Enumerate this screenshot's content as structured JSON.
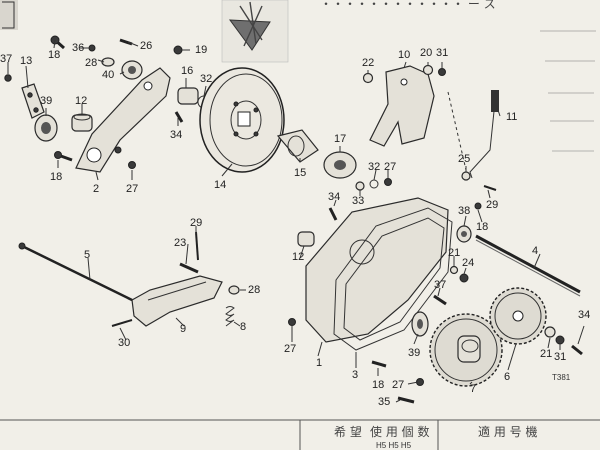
{
  "page": {
    "header_text_top": "・・・・・・・・・・・・ ー ス",
    "figure_code": "T381",
    "footer_labels": [
      "希 望",
      "使 用 個 数",
      "適 用 号 機"
    ],
    "footer_sub": "H5   H5   H5"
  },
  "callouts": [
    {
      "id": "c37a",
      "text": "37"
    },
    {
      "id": "c13",
      "text": "13"
    },
    {
      "id": "c18a",
      "text": "18"
    },
    {
      "id": "c36",
      "text": "36"
    },
    {
      "id": "c28a",
      "text": "28"
    },
    {
      "id": "c26",
      "text": "26"
    },
    {
      "id": "c40",
      "text": "40"
    },
    {
      "id": "c19",
      "text": "19"
    },
    {
      "id": "c16",
      "text": "16"
    },
    {
      "id": "c32a",
      "text": "32"
    },
    {
      "id": "c39a",
      "text": "39"
    },
    {
      "id": "c12a",
      "text": "12"
    },
    {
      "id": "c34a",
      "text": "34"
    },
    {
      "id": "c18b",
      "text": "18"
    },
    {
      "id": "c2",
      "text": "2"
    },
    {
      "id": "c27a",
      "text": "27"
    },
    {
      "id": "c14",
      "text": "14"
    },
    {
      "id": "c15",
      "text": "15"
    },
    {
      "id": "c17",
      "text": "17"
    },
    {
      "id": "c22",
      "text": "22"
    },
    {
      "id": "c10",
      "text": "10"
    },
    {
      "id": "c20",
      "text": "20"
    },
    {
      "id": "c31a",
      "text": "31"
    },
    {
      "id": "c11",
      "text": "11"
    },
    {
      "id": "c25",
      "text": "25"
    },
    {
      "id": "c32b",
      "text": "32"
    },
    {
      "id": "c27b",
      "text": "27"
    },
    {
      "id": "c33",
      "text": "33"
    },
    {
      "id": "c34b",
      "text": "34"
    },
    {
      "id": "c38",
      "text": "38"
    },
    {
      "id": "c18c",
      "text": "18"
    },
    {
      "id": "c29a",
      "text": "29"
    },
    {
      "id": "c29b",
      "text": "29"
    },
    {
      "id": "c23",
      "text": "23"
    },
    {
      "id": "c5",
      "text": "5"
    },
    {
      "id": "c12b",
      "text": "12"
    },
    {
      "id": "c4",
      "text": "4"
    },
    {
      "id": "c21a",
      "text": "21"
    },
    {
      "id": "c24",
      "text": "24"
    },
    {
      "id": "c37b",
      "text": "37"
    },
    {
      "id": "c28b",
      "text": "28"
    },
    {
      "id": "c8",
      "text": "8"
    },
    {
      "id": "c9",
      "text": "9"
    },
    {
      "id": "c30",
      "text": "30"
    },
    {
      "id": "c27c",
      "text": "27"
    },
    {
      "id": "c1",
      "text": "1"
    },
    {
      "id": "c3",
      "text": "3"
    },
    {
      "id": "c39b",
      "text": "39"
    },
    {
      "id": "c18d",
      "text": "18"
    },
    {
      "id": "c27d",
      "text": "27"
    },
    {
      "id": "c35",
      "text": "35"
    },
    {
      "id": "c7",
      "text": "7"
    },
    {
      "id": "c6",
      "text": "6"
    },
    {
      "id": "c21b",
      "text": "21"
    },
    {
      "id": "c31b",
      "text": "31"
    },
    {
      "id": "c34c",
      "text": "34"
    }
  ]
}
